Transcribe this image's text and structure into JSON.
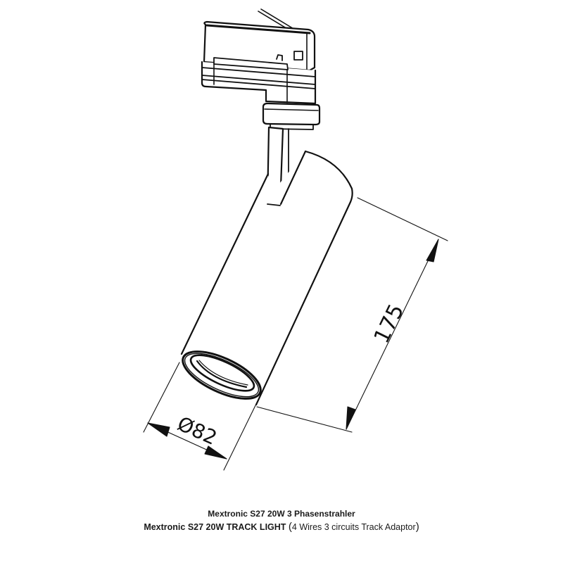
{
  "drawing": {
    "subject": "track light spotlight with 3-phase track adaptor",
    "line_color": "#111111",
    "background": "#ffffff",
    "dimensions": {
      "length": {
        "value": "175",
        "label": "175"
      },
      "diameter": {
        "value": "82",
        "label": "Ø82",
        "symbol": "Ø"
      }
    }
  },
  "caption": {
    "line1": "Mextronic S27 20W 3 Phasenstrahler",
    "line2_bold": "Mextronic S27 20W TRACK LIGHT",
    "line2_open": "(",
    "line2_regular": "4 Wires  3 circuits Track Adaptor",
    "line2_close": ")"
  }
}
